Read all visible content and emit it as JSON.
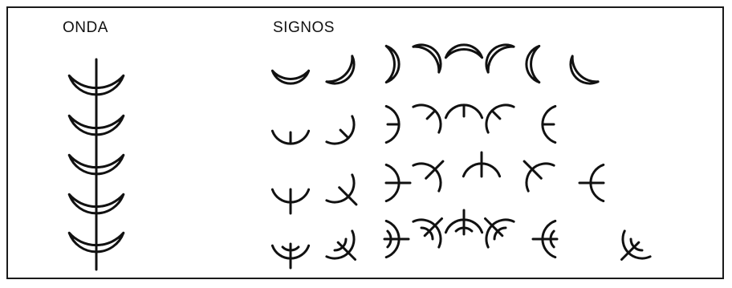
{
  "onda_title": "ONDA",
  "signos_title": "SIGNOS",
  "rows": [
    {
      "name": "plain-crescents",
      "count": 8
    },
    {
      "name": "crescents-with-center-tick",
      "count": 7
    },
    {
      "name": "crescents-with-stem",
      "count": 7
    },
    {
      "name": "crescents-with-cross",
      "count": 8
    }
  ],
  "ink_color": "#111111"
}
